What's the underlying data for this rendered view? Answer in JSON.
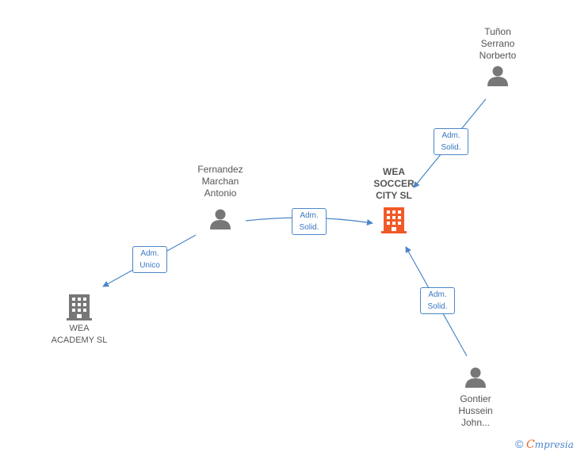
{
  "nodes": {
    "tunon": {
      "name": "Tuñon\nSerrano\nNorberto",
      "kind": "person"
    },
    "fernandez": {
      "name": "Fernandez\nMarchan\nAntonio",
      "kind": "person"
    },
    "wea_soccer": {
      "name": "WEA\nSOCCER\nCITY  SL",
      "kind": "company-focus"
    },
    "wea_academy": {
      "name": "WEA\nACADEMY  SL",
      "kind": "company"
    },
    "gontier": {
      "name": "Gontier\nHussein\nJohn...",
      "kind": "person"
    }
  },
  "edges": {
    "tunon_to_soccer": {
      "line1": "Adm.",
      "line2": "Solid."
    },
    "fernandez_to_soccer": {
      "line1": "Adm.",
      "line2": "Solid."
    },
    "fernandez_to_academy": {
      "line1": "Adm.",
      "line2": "Unico"
    },
    "gontier_to_soccer": {
      "line1": "Adm.",
      "line2": "Solid."
    }
  },
  "colors": {
    "edge": "#4a86c8",
    "person_icon": "#777777",
    "company_icon": "#777777",
    "focus_icon": "#f05a28"
  },
  "brand": {
    "copyright": "©",
    "initial": "C",
    "rest": "mpresia"
  }
}
